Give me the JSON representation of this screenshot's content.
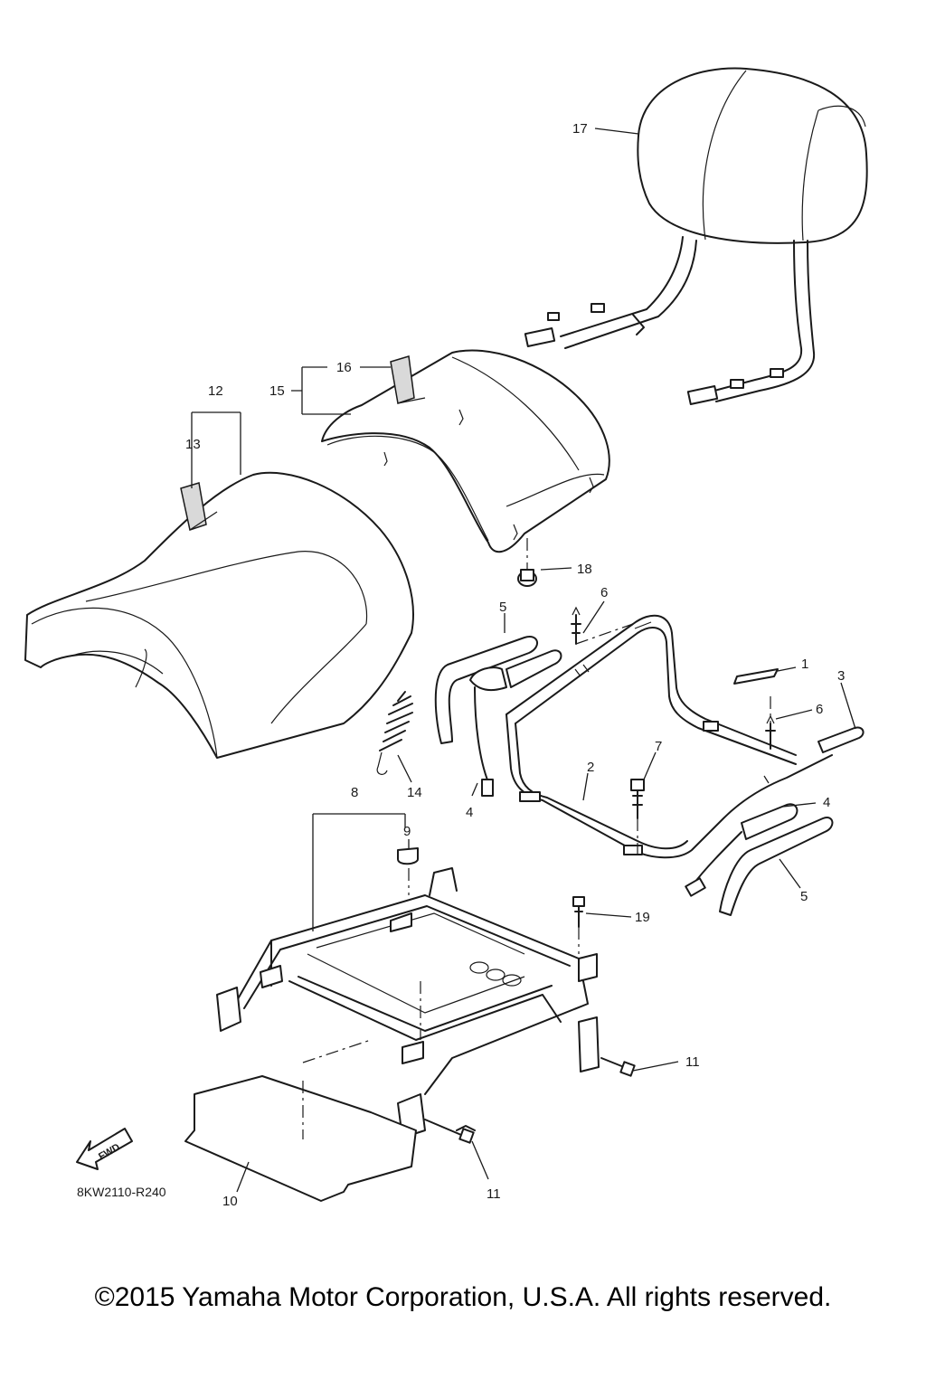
{
  "diagram_code": "8KW2110-R240",
  "fwd_label": "FWD",
  "copyright": "©2015 Yamaha Motor Corporation, U.S.A. All rights reserved.",
  "callouts": {
    "c1": "1",
    "c2": "2",
    "c3": "3",
    "c4a": "4",
    "c4b": "4",
    "c5a": "5",
    "c5b": "5",
    "c6a": "6",
    "c6b": "6",
    "c7": "7",
    "c8": "8",
    "c9": "9",
    "c10": "10",
    "c11a": "11",
    "c11b": "11",
    "c12": "12",
    "c13": "13",
    "c14": "14",
    "c15": "15",
    "c16": "16",
    "c17": "17",
    "c18": "18",
    "c19": "19"
  }
}
